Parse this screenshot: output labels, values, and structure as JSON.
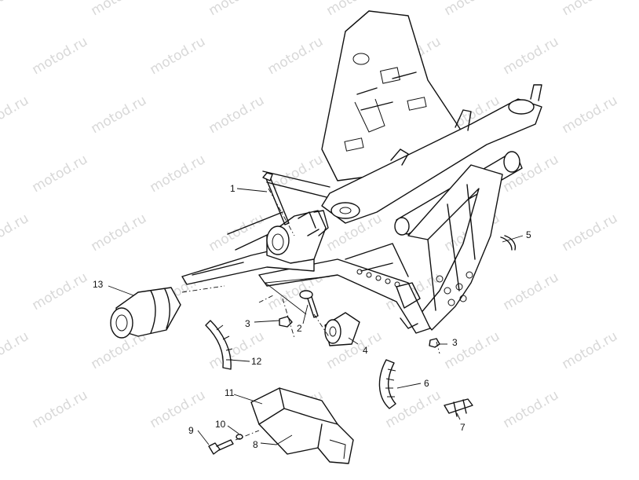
{
  "watermark": "motod.ru",
  "callouts": [
    "1",
    "2",
    "3",
    "3",
    "4",
    "5",
    "6",
    "7",
    "8",
    "9",
    "10",
    "11",
    "12",
    "13"
  ]
}
